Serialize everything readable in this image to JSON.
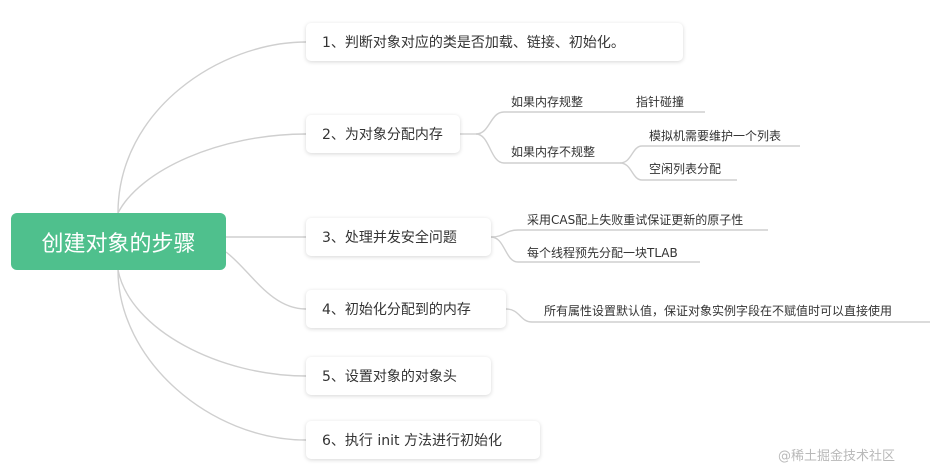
{
  "root": {
    "label": "创建对象的步骤"
  },
  "steps": [
    {
      "label": "1、判断对象对应的类是否加载、链接、初始化。"
    },
    {
      "label": "2、为对象分配内存",
      "branches": [
        {
          "label": "如果内存规整",
          "children": [
            {
              "label": "指针碰撞"
            }
          ]
        },
        {
          "label": "如果内存不规整",
          "children": [
            {
              "label": "模拟机需要维护一个列表"
            },
            {
              "label": "空闲列表分配"
            }
          ]
        }
      ]
    },
    {
      "label": "3、处理并发安全问题",
      "children": [
        {
          "label": "采用CAS配上失败重试保证更新的原子性"
        },
        {
          "label": "每个线程预先分配一块TLAB"
        }
      ]
    },
    {
      "label": "4、初始化分配到的内存",
      "children": [
        {
          "label": "所有属性设置默认值，保证对象实例字段在不赋值时可以直接使用"
        }
      ]
    },
    {
      "label": "5、设置对象的对象头"
    },
    {
      "label": "6、执行 init 方法进行初始化"
    }
  ],
  "watermark": "@稀土掘金技术社区",
  "colors": {
    "root_bg": "#4fc08d",
    "connector": "#cfcfcf"
  }
}
